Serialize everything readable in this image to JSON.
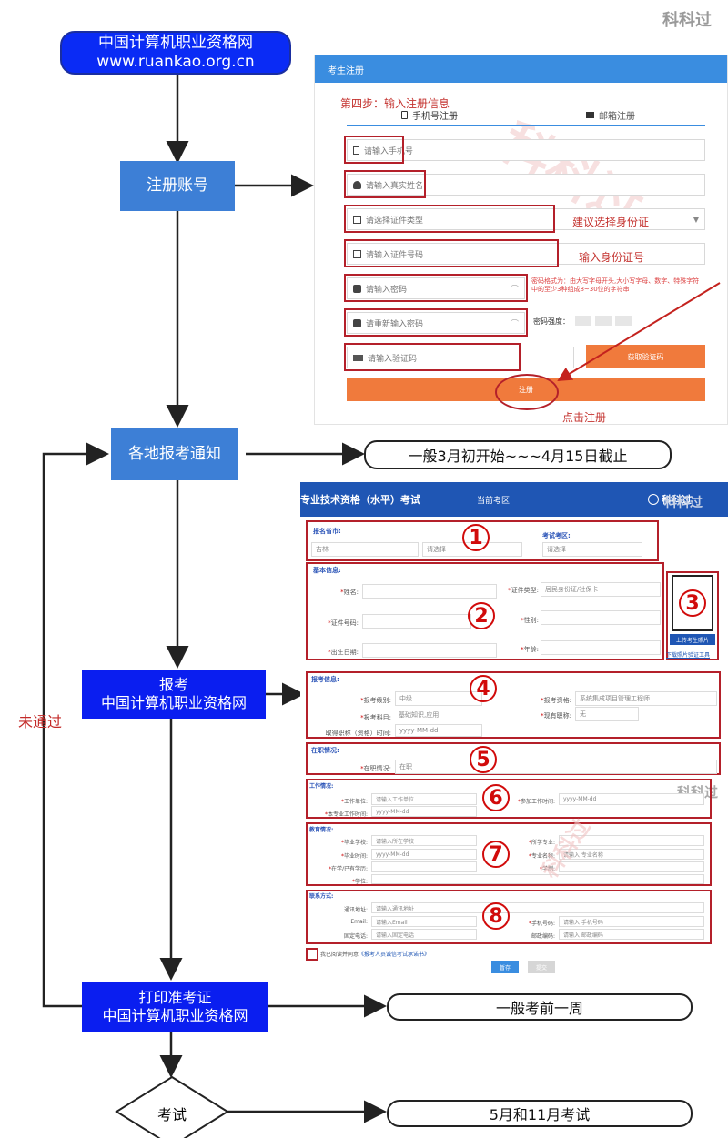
{
  "watermark": {
    "top": "科科过",
    "right": "科科过"
  },
  "flow": {
    "start": {
      "line1": "中国计算机职业资格网",
      "line2": "www.ruankao.org.cn"
    },
    "register": "注册账号",
    "notice": "各地报考通知",
    "notice_note": "一般3月初开始~~~4月15日截止",
    "apply": {
      "line1": "报考",
      "line2": "中国计算机职业资格网"
    },
    "print": {
      "line1": "打印准考证",
      "line2": "中国计算机职业资格网"
    },
    "print_note": "一般考前一周",
    "exam": "考试",
    "exam_note": "5月和11月考试",
    "failed": "未通过"
  },
  "register_form": {
    "header": "考生注册",
    "step": "第四步：输入注册信息",
    "tab_phone": "手机号注册",
    "tab_email": "邮箱注册",
    "phone_ph": "请输入手机号",
    "name_ph": "请输入真实姓名",
    "idtype_ph": "请选择证件类型",
    "idtype_note": "建议选择身份证",
    "idnum_ph": "请输入证件号码",
    "idnum_note": "输入身份证号",
    "pwd_ph": "请输入密码",
    "pwd_hint": "密码格式为：由大写字母开头,大小写字母、数字、特殊字符中的至少3种组成8~30位的字符串",
    "pwd2_ph": "请重新输入密码",
    "strength_label": "密码强度：",
    "code_ph": "请输入验证码",
    "getcode": "获取验证码",
    "submit": "注册",
    "submit_note": "点击注册",
    "watermark": "科科过"
  },
  "apply_form": {
    "header_title": "专业技术资格（水平）考试",
    "current_exam": "当前考区:",
    "user": "科科过",
    "region_title": "报名省市:",
    "region_value": "吉林",
    "region_select": "请选择",
    "area_title": "考试考区:",
    "area_select": "请选择",
    "basic_title": "基本信息:",
    "name_label": "姓名:",
    "idtype_label": "证件类型:",
    "idtype_value": "居民身份证/社保卡",
    "idnum_label": "证件号码:",
    "gender_label": "性别:",
    "birth_label": "出生日期:",
    "age_label": "年龄:",
    "upload_btn": "上传考生照片",
    "upload_tool": "下载照片验证工具",
    "exam_title": "报考信息:",
    "level_label": "报考级别:",
    "level_value": "中级",
    "qual_label": "报考资格:",
    "qual_value": "系统集成项目管理工程师",
    "subject_label": "报考科目:",
    "subject_value": "基础知识,应用",
    "title_label": "现有职称:",
    "title_value": "无",
    "title_time_label": "取得职称（资格）时间:",
    "title_time_value": "yyyy-MM-dd",
    "job_title": "在职情况:",
    "job_label": "在职情况:",
    "job_value": "在职",
    "work_title": "工作情况:",
    "work_unit_label": "工作单位:",
    "work_unit_ph": "请输入工作单位",
    "work_start_label": "参加工作时间:",
    "work_start_ph": "yyyy-MM-dd",
    "work_major_label": "本专业工作时间:",
    "work_major_ph": "yyyy-MM-dd",
    "edu_title": "教育情况:",
    "school_label": "毕业学校:",
    "school_ph": "请输入所在学校",
    "major_label": "所学专业:",
    "grad_label": "毕业时间:",
    "grad_ph": "yyyy-MM-dd",
    "major_name_label": "专业名称:",
    "major_name_ph": "请输入 专业名称",
    "degree_label": "在学/已有学历:",
    "xuezhi_label": "学制:",
    "xuewei_label": "学位:",
    "contact_title": "联系方式:",
    "addr_label": "通讯地址:",
    "addr_ph": "请输入通讯地址",
    "email_label": "Email:",
    "email_ph": "请输入Email",
    "mobile_label": "手机号码:",
    "mobile_ph": "请输入 手机号码",
    "tel_label": "固定电话:",
    "tel_ph": "请输入固定电话",
    "zip_label": "邮政编码:",
    "zip_ph": "请输入 邮政编码",
    "agree_prefix": "我已阅读并同意",
    "agree_link": "《报考人员诚信考试承诺书》",
    "save_btn": "暂存",
    "submit_btn": "提交",
    "numbers": [
      "1",
      "2",
      "3",
      "4",
      "5",
      "6",
      "7",
      "8"
    ],
    "watermarks": [
      "科科过",
      "科科过"
    ]
  }
}
